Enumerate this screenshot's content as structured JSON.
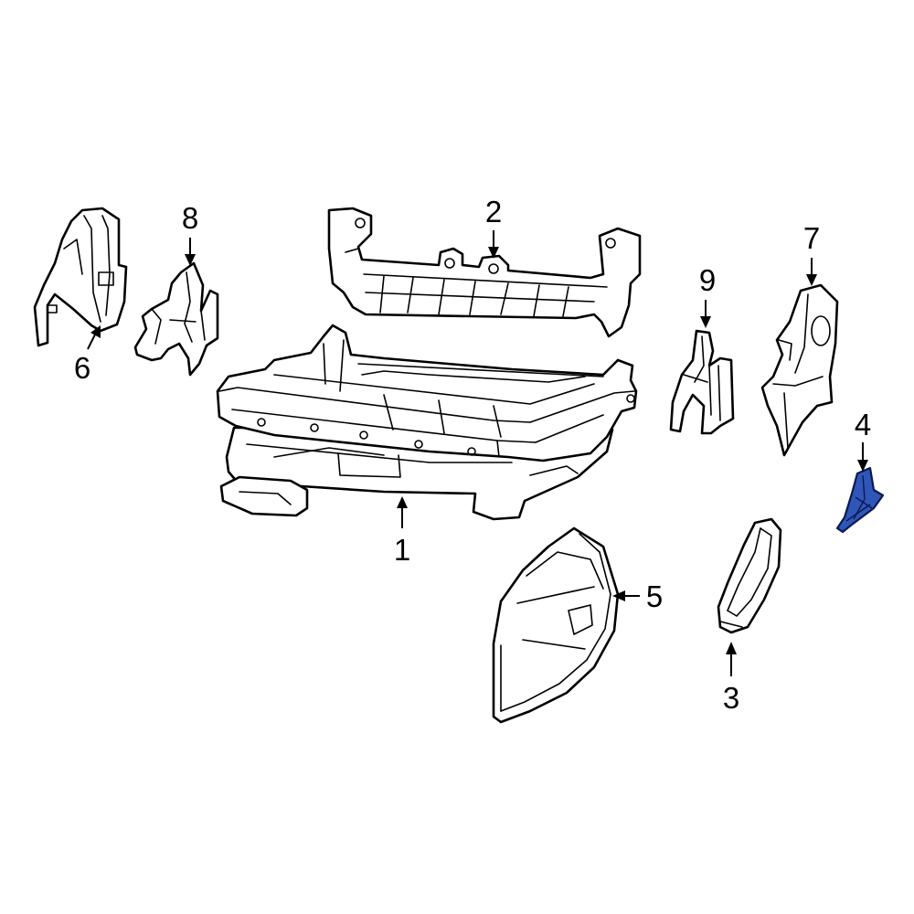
{
  "colors": {
    "background": "#ffffff",
    "line": "#000000",
    "highlight": "#2f56b8"
  },
  "highlighted_part": "4",
  "callouts": [
    {
      "id": "c1",
      "label": "1"
    },
    {
      "id": "c2",
      "label": "2"
    },
    {
      "id": "c3",
      "label": "3"
    },
    {
      "id": "c4",
      "label": "4"
    },
    {
      "id": "c5",
      "label": "5"
    },
    {
      "id": "c6",
      "label": "6"
    },
    {
      "id": "c7",
      "label": "7"
    },
    {
      "id": "c8",
      "label": "8"
    },
    {
      "id": "c9",
      "label": "9"
    }
  ]
}
